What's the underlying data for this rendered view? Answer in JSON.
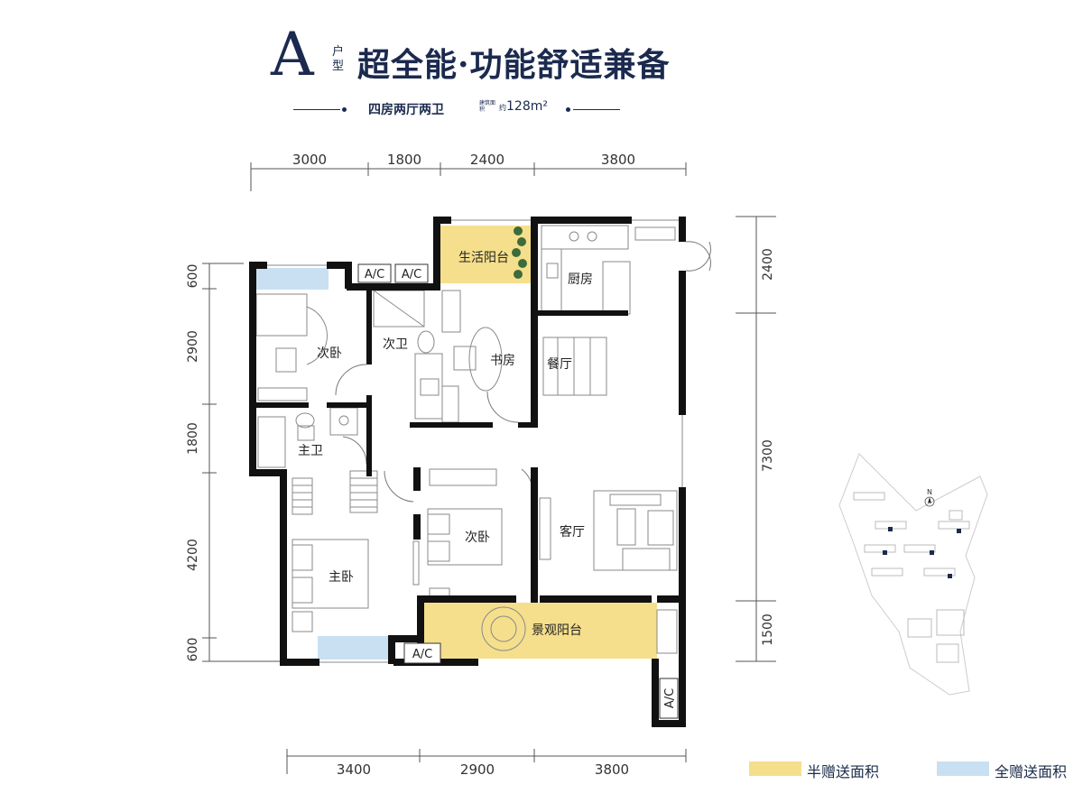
{
  "header": {
    "unit_letter": "A",
    "unit_tag": "户型",
    "slogan": "超全能·功能舒适兼备",
    "layout_type": "四房两厅两卫",
    "area_tag": "建筑面积",
    "area_prefix": "约",
    "area_value": "128m²"
  },
  "dimensions": {
    "top": [
      "3000",
      "1800",
      "2400",
      "3800"
    ],
    "bottom": [
      "3400",
      "2900",
      "3800"
    ],
    "left": [
      "600",
      "2900",
      "1800",
      "4200",
      "600"
    ],
    "right": [
      "2400",
      "7300",
      "1500"
    ]
  },
  "rooms": {
    "living_balcony": "生活阳台",
    "kitchen": "厨房",
    "second_bedroom_top": "次卧",
    "second_bath": "次卫",
    "study": "书房",
    "dining": "餐厅",
    "master_bath": "主卫",
    "second_bedroom_mid": "次卧",
    "living": "客厅",
    "master_bedroom": "主卧",
    "view_balcony": "景观阳台"
  },
  "ac_labels": {
    "ac1": "A/C",
    "ac2": "A/C",
    "ac3": "A/C",
    "ac4": "A/C"
  },
  "legend": {
    "half_gift": "半赠送面积",
    "full_gift": "全赠送面积"
  },
  "compass": {
    "north": "N"
  },
  "colors": {
    "half_gift": "#f5df8c",
    "full_gift": "#c9e0f2",
    "wall": "#111111",
    "brand": "#1b2a4e"
  }
}
